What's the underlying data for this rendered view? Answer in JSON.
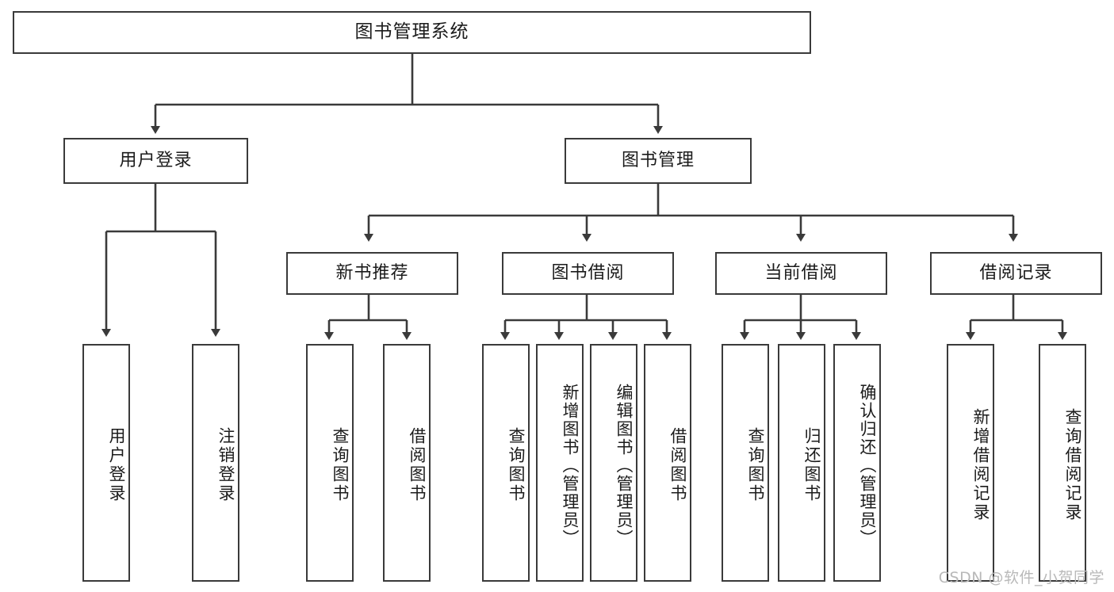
{
  "diagram": {
    "title": "图书管理系统",
    "type": "tree",
    "watermark": "CSDN @软件_小贺同学",
    "colors": {
      "box_border": "#3a3a3a",
      "box_fill": "#ffffff",
      "connector": "#3a3a3a",
      "text": "#1b1b1b",
      "watermark": "#b9b9b9"
    },
    "root": {
      "label": "图书管理系统"
    },
    "level2": [
      {
        "label": "用户登录"
      },
      {
        "label": "图书管理"
      }
    ],
    "level3": [
      {
        "label": "新书推荐"
      },
      {
        "label": "图书借阅"
      },
      {
        "label": "当前借阅"
      },
      {
        "label": "借阅记录"
      }
    ],
    "leaves": {
      "user_login": [
        {
          "label": "用户登录"
        },
        {
          "label": "注销登录"
        }
      ],
      "new_book_recommend": [
        {
          "label": "查询图书"
        },
        {
          "label": "借阅图书"
        }
      ],
      "book_borrow": [
        {
          "label": "查询图书"
        },
        {
          "label": "新增图书（管理员）"
        },
        {
          "label": "编辑图书（管理员）"
        },
        {
          "label": "借阅图书"
        }
      ],
      "current_borrow": [
        {
          "label": "查询图书"
        },
        {
          "label": "归还图书"
        },
        {
          "label": "确认归还（管理员）"
        }
      ],
      "borrow_records": [
        {
          "label": "新增借阅记录"
        },
        {
          "label": "查询借阅记录"
        }
      ]
    }
  }
}
